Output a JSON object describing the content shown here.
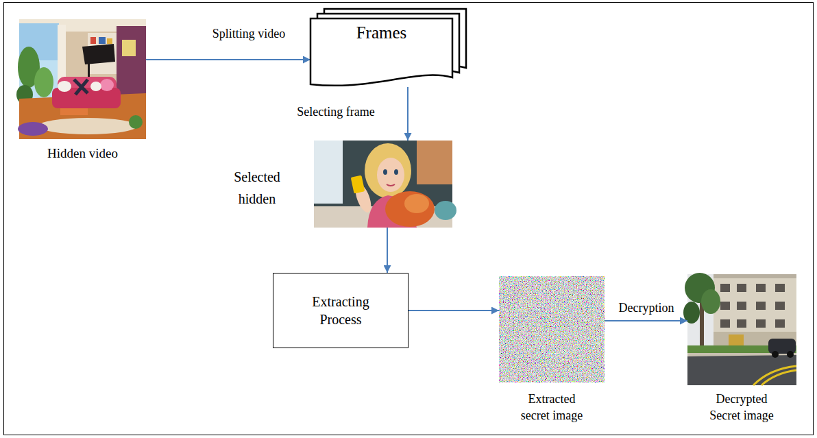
{
  "diagram": {
    "nodes": [
      {
        "text": [
          "Hidden video"
        ]
      },
      {
        "text": [
          "Frames"
        ]
      },
      {
        "text": [
          "Selected hidden"
        ]
      },
      {
        "text": [
          "Extracting Process"
        ]
      },
      {
        "text": [
          "Extracted secret image"
        ]
      },
      {
        "text": [
          "Decrypted Secret image"
        ]
      }
    ],
    "edges": [
      {
        "from": 0,
        "to": 1,
        "arrow": "to",
        "label": "Splitting video"
      },
      {
        "from": 1,
        "to": 2,
        "arrow": "to",
        "label": "Selecting frame"
      },
      {
        "from": 2,
        "to": 3,
        "arrow": "to"
      },
      {
        "from": 3,
        "to": 4,
        "arrow": "to"
      },
      {
        "from": 4,
        "to": 5,
        "arrow": "to",
        "label": "Decryption"
      }
    ]
  }
}
